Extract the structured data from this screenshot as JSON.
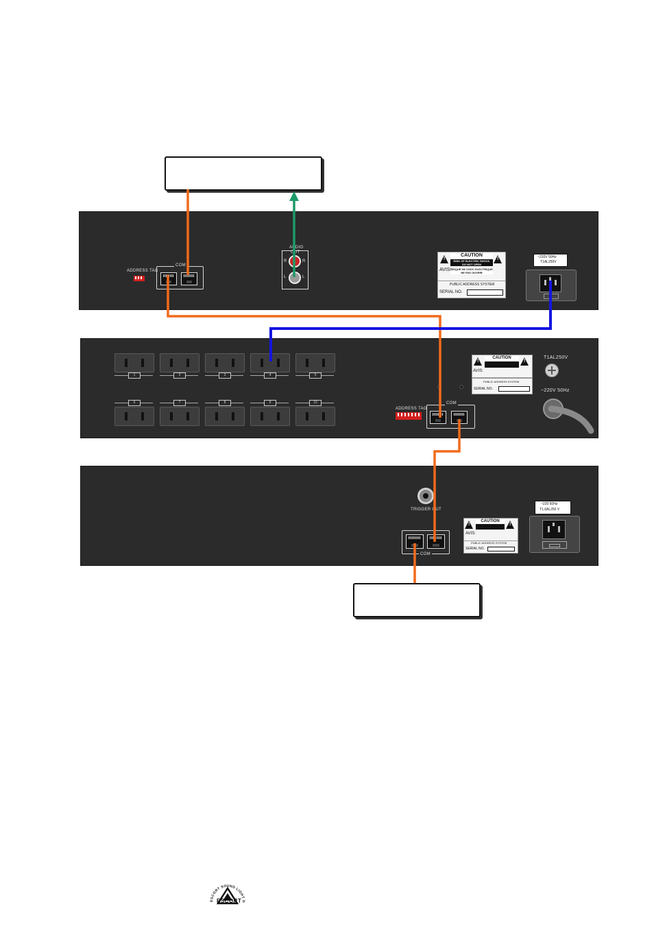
{
  "colors": {
    "com_cable": "#f26a1b",
    "audio_cable": "#1e9a68",
    "power_cable": "#1414e0",
    "panel": "#2b2b2b"
  },
  "unit1": {
    "address_tag": "ADDRESS TAG",
    "com_label": "COM",
    "audio_label_1": "AUDIO",
    "audio_label_2": "OUT",
    "channel_r": "R",
    "channel_l": "L",
    "caution_title": "CAUTION",
    "caution_line_1": "RISK OF ELECTRIC SHOCK",
    "caution_line_2": "DO NOT OPEN",
    "caution_line_3": "RISQUE DE CHOC ELECTRIQUE",
    "caution_line_4": "NE PAS OUVRIR",
    "avis": "AVIS:",
    "system": "PUBLIC ADDRESS SYSTEM",
    "serial": "SERIAL NO.",
    "power_1": "~220V 50Hz",
    "power_2": "T1AL250V"
  },
  "unit2": {
    "outlet_numbers": [
      "1",
      "2",
      "3",
      "4",
      "5",
      "6",
      "7",
      "8",
      "9",
      "10"
    ],
    "caution_title": "CAUTION",
    "avis": "AVIS:",
    "system": "PUBLIC ADDRESS SYSTEM",
    "serial": "SERIAL NO.",
    "fuse": "T1AL250V",
    "power": "~220V 50Hz",
    "address_tag": "ADDRESS TAG",
    "com_label": "COM"
  },
  "unit3": {
    "trigger": "TRIGGER OUT",
    "caution_title": "CAUTION",
    "avis": "AVIS:",
    "system": "PUBLIC ADDRESS SYSTEM",
    "serial": "SERIAL NO.",
    "power_1": "~220 50Hz",
    "power_2": "T1.6AL250 V",
    "com_label": "COM"
  },
  "logo": {
    "ring_text": "ESCORT SOUND LIGHT DESIGN",
    "word": "ESCORT"
  }
}
